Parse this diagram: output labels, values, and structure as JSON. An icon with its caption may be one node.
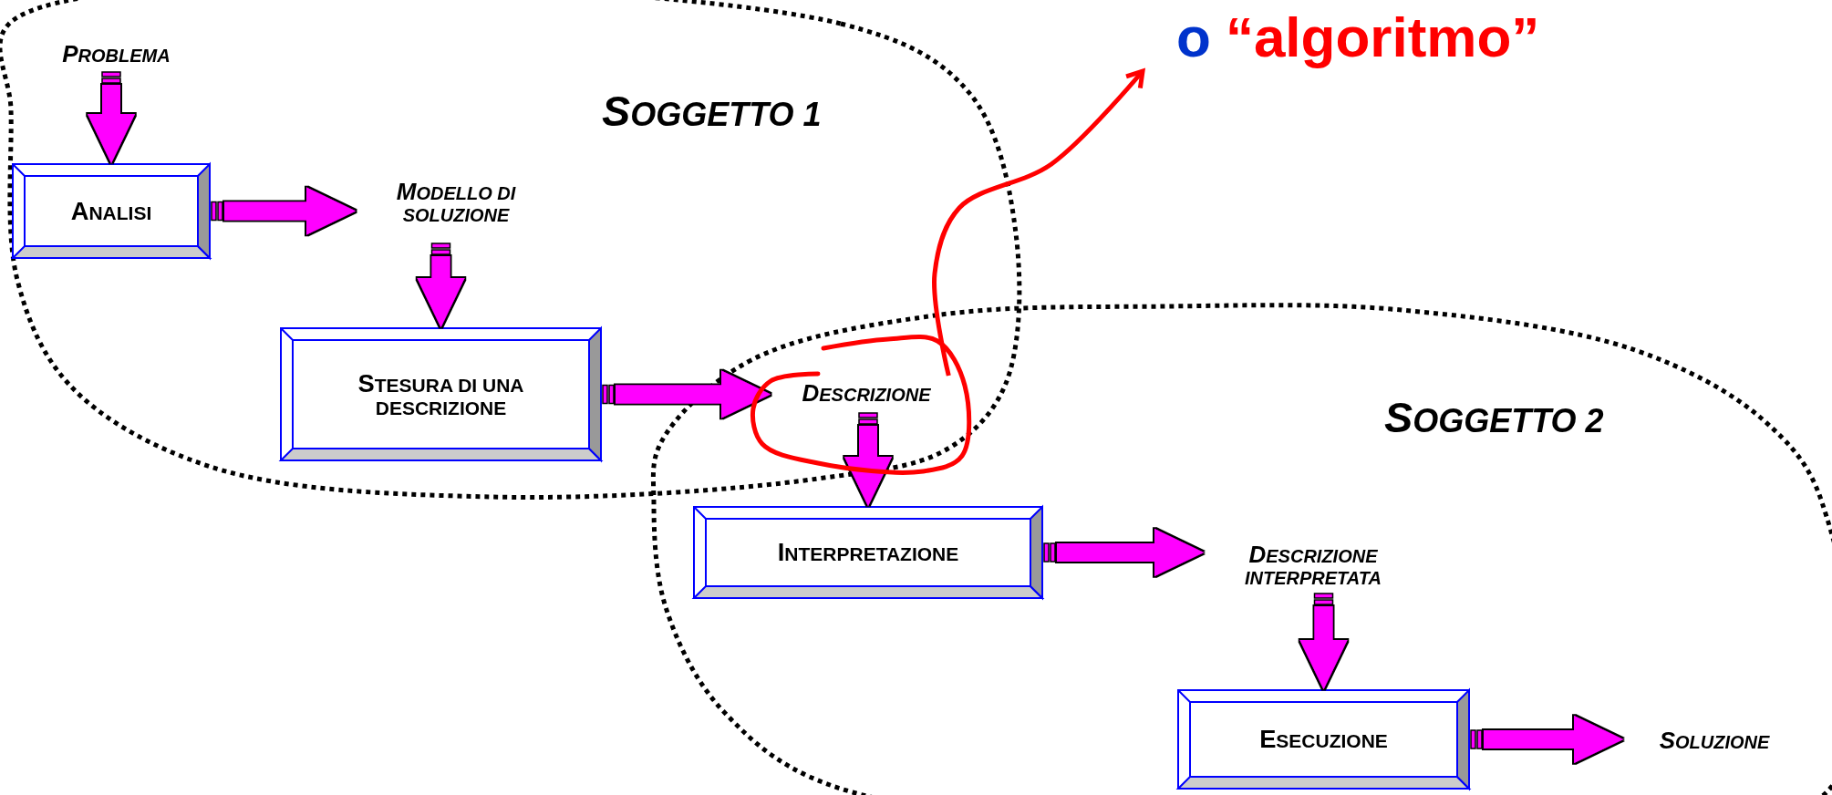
{
  "diagram": {
    "nodes": [
      {
        "text": [
          "SOGGETTO 1"
        ]
      },
      {
        "text": [
          "PROBLEMA"
        ],
        "in": 0
      },
      {
        "text": [
          "ANALISI"
        ],
        "in": 0
      },
      {
        "text": [
          "MODELLO DI SOLUZIONE"
        ],
        "in": 0
      },
      {
        "text": [
          "STESURA DI UNA DESCRIZIONE"
        ],
        "in": 0
      },
      {
        "text": [
          "DESCRIZIONE"
        ]
      },
      {
        "text": [
          "SOGGETTO 2"
        ]
      },
      {
        "text": [
          "INTERPRETAZIONE"
        ],
        "in": 6
      },
      {
        "text": [
          "DESCRIZIONE INTERPRETATA"
        ],
        "in": 6
      },
      {
        "text": [
          "ESECUZIONE"
        ],
        "in": 6
      },
      {
        "text": [
          "SOLUZIONE"
        ],
        "in": 6
      },
      {
        "text": [
          "o",
          "“algoritmo”"
        ]
      }
    ],
    "edges": [
      {
        "from": 1,
        "to": 2,
        "arrow": "to"
      },
      {
        "from": 2,
        "to": 3,
        "arrow": "to"
      },
      {
        "from": 3,
        "to": 4,
        "arrow": "to"
      },
      {
        "from": 4,
        "to": 5,
        "arrow": "to"
      },
      {
        "from": 5,
        "to": 7,
        "arrow": "to"
      },
      {
        "from": 7,
        "to": 8,
        "arrow": "to"
      },
      {
        "from": 8,
        "to": 9,
        "arrow": "to"
      },
      {
        "from": 9,
        "to": 10,
        "arrow": "to"
      },
      {
        "from": 5,
        "to": 11,
        "arrow": "to",
        "color": "#ff0000"
      }
    ]
  }
}
